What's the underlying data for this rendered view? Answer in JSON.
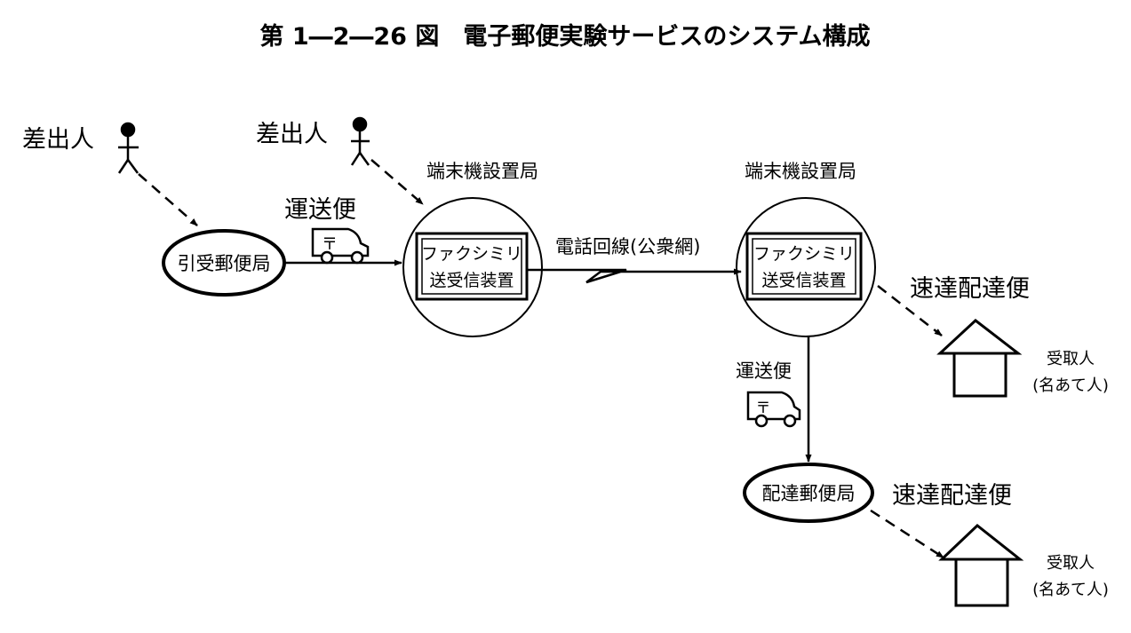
{
  "title": "第 1―2―26 図　電子郵便実験サービスのシステム構成",
  "senders": [
    "差出人",
    "差出人"
  ],
  "offices": {
    "pickup": "引受郵便局",
    "delivery": "配達郵便局"
  },
  "terminal_stations": [
    "端末機設置局",
    "端末機設置局"
  ],
  "fax_device": {
    "line1": "ファクシミリ",
    "line2": "送受信装置"
  },
  "transport": [
    "運送便",
    "運送便"
  ],
  "phone_line": "電話回線(公衆網)",
  "express_delivery": [
    "速達配達便",
    "速達配達便"
  ],
  "recipients": [
    {
      "line1": "受取人",
      "line2": "(名あて人)"
    },
    {
      "line1": "受取人",
      "line2": "(名あて人)"
    }
  ],
  "car_mark": "〒"
}
